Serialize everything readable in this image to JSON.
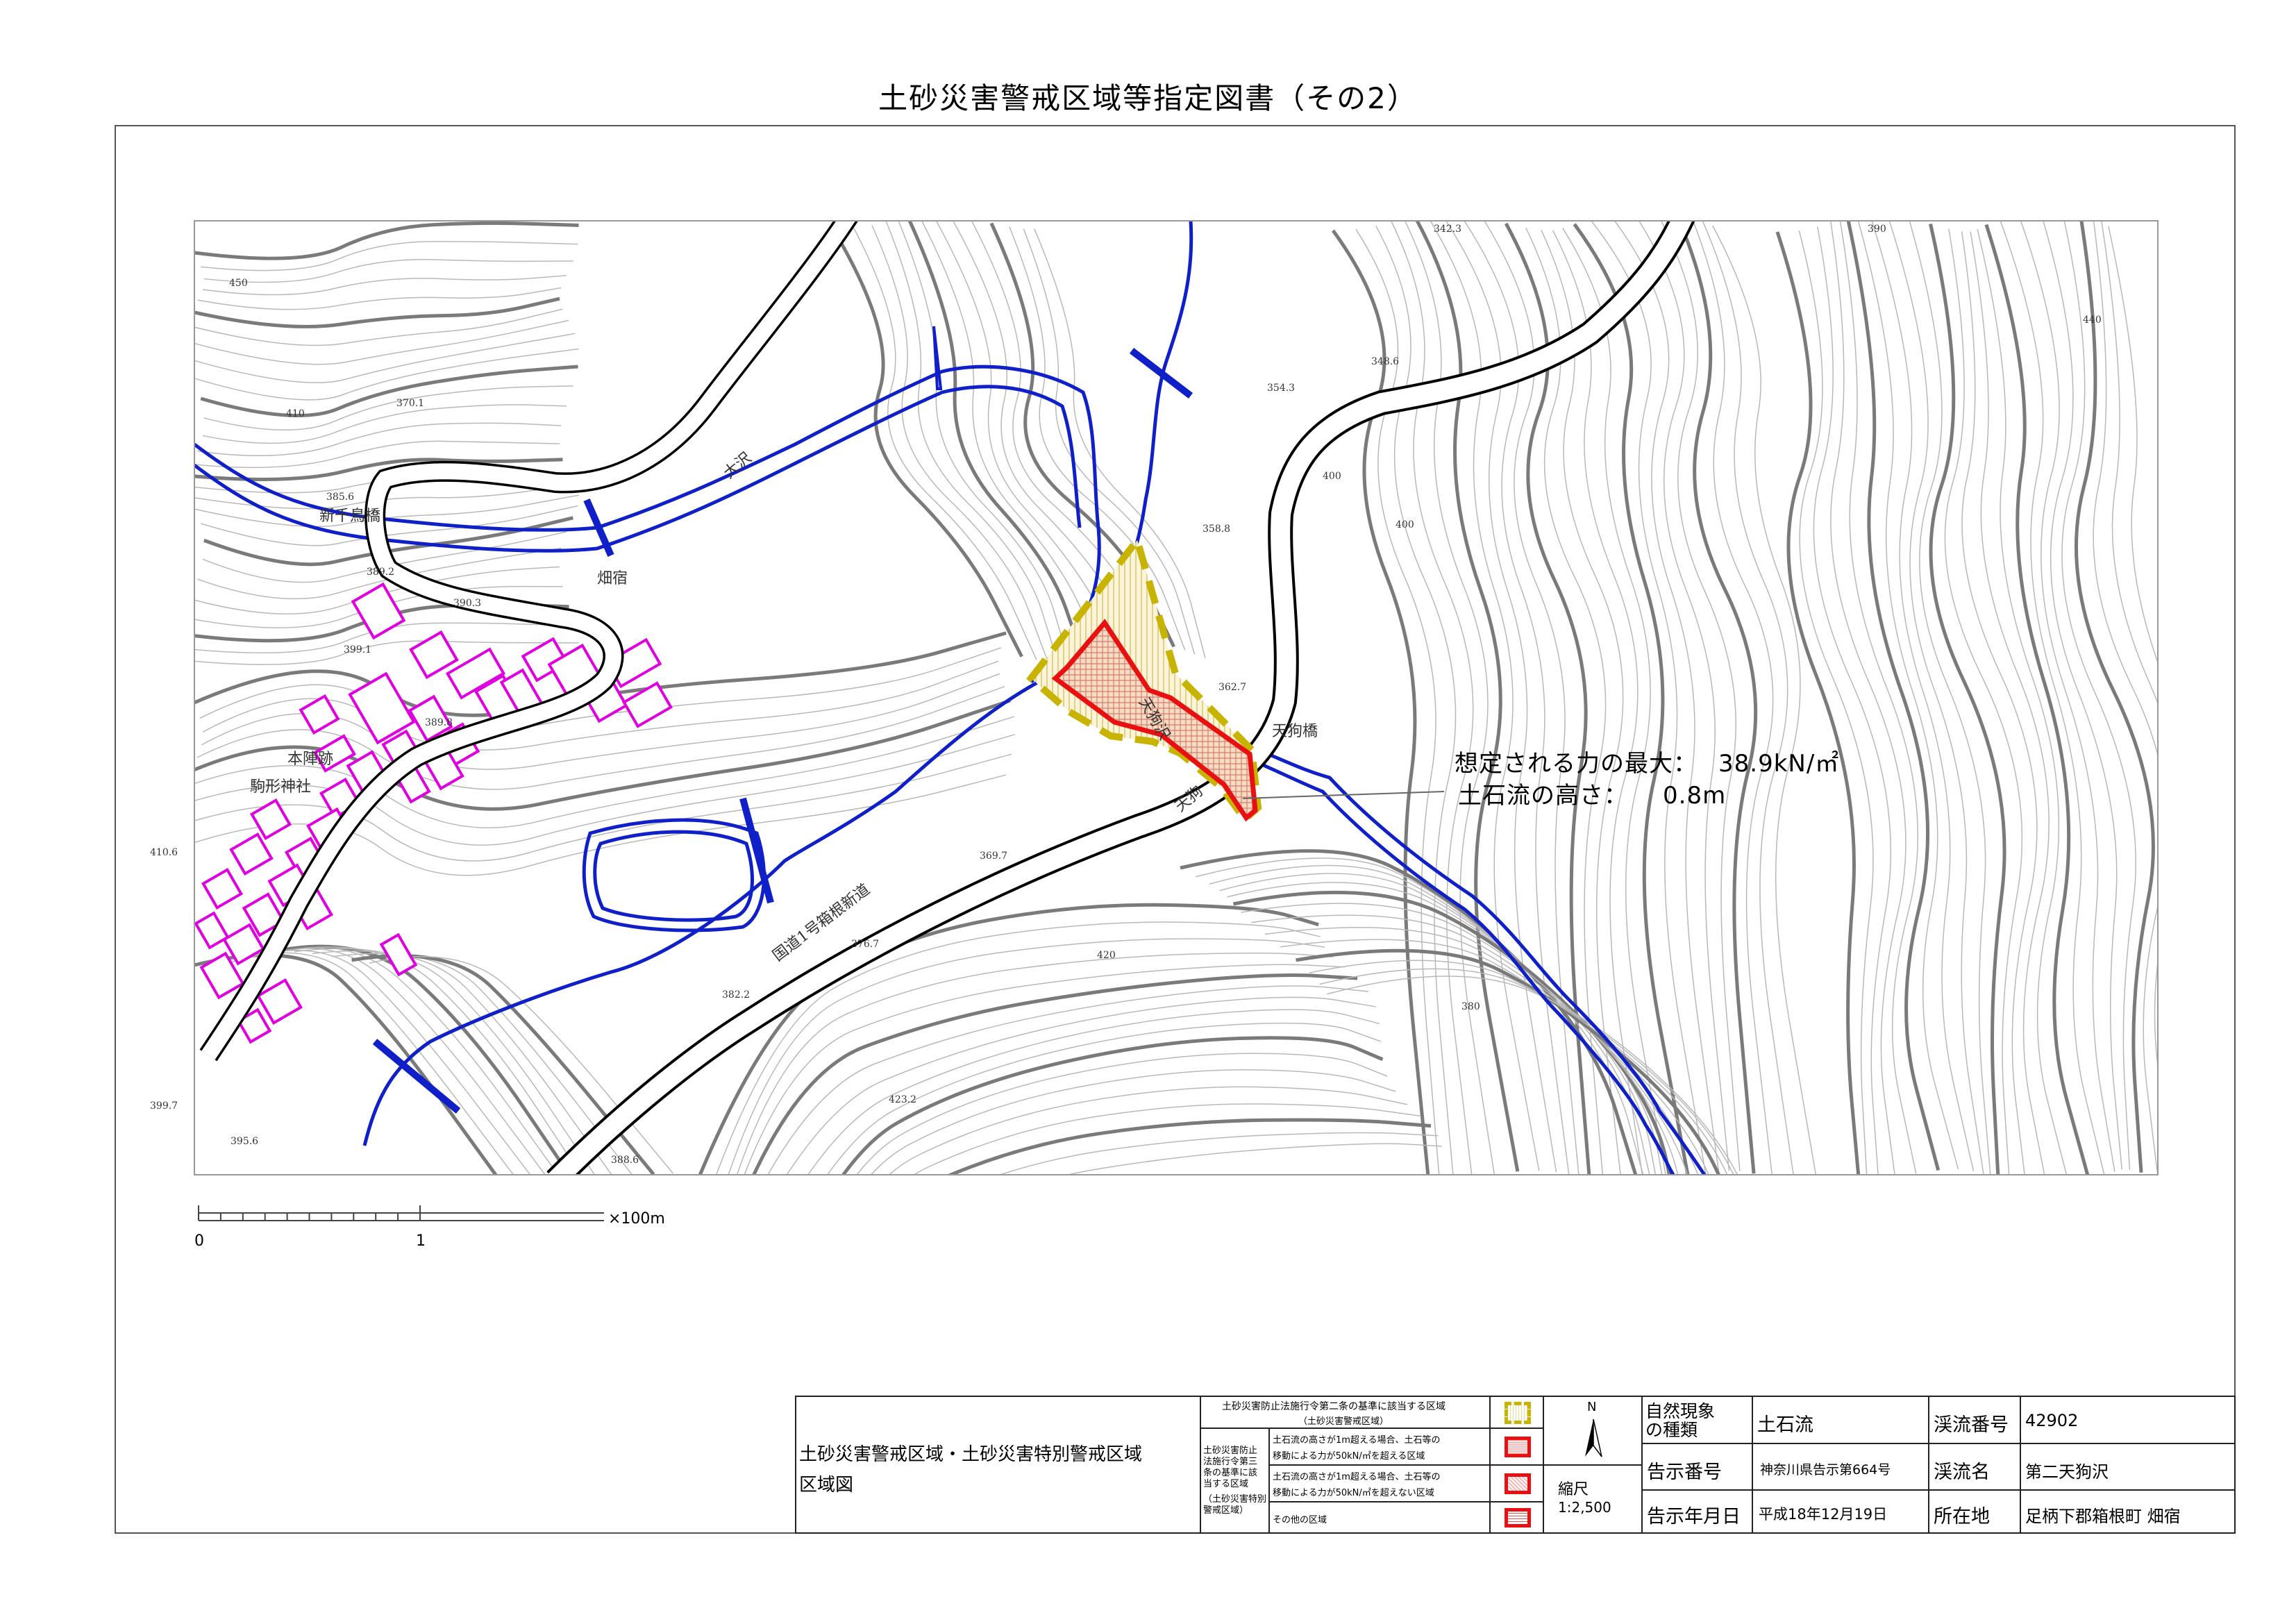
{
  "title": "土砂災害警戒区域等指定図書（その2）",
  "colors": {
    "contour": "#888888",
    "river": "#1020c8",
    "road": "#000000",
    "building": "#e000e0",
    "warning_zone": "#c8b400",
    "special_zone": "#e81010"
  },
  "map": {
    "callout": {
      "force_label": "想定される力の最大：",
      "force_value": "38.9kN/㎡",
      "height_label": "土石流の高さ：",
      "height_value": "0.8m"
    },
    "places": [
      "畑宿",
      "新千鳥橋",
      "本陣跡",
      "駒形神社",
      "天狗橋",
      "天狗沢",
      "国道1号箱根新道",
      "天狗",
      "大沢"
    ],
    "elevations": [
      "385.6",
      "389.2",
      "390.3",
      "399.1",
      "389.8",
      "410.6",
      "399.7",
      "395.6",
      "388.6",
      "382.2",
      "376.7",
      "423.2",
      "369.7",
      "362.7",
      "358.8",
      "354.3",
      "348.6",
      "342.3",
      "370.1"
    ],
    "contour_values": [
      "450",
      "410",
      "400",
      "380",
      "420",
      "390",
      "400",
      "440"
    ]
  },
  "scale_bar": {
    "zero": "0",
    "one": "1",
    "unit": "×100m"
  },
  "info_table": {
    "heading_line1": "土砂災害警戒区域・土砂災害特別警戒区域",
    "heading_line2": "区域図",
    "legend": {
      "warning_zone_line1": "土砂災害防止法施行令第二条の基準に該当する区域",
      "warning_zone_line2": "（土砂災害警戒区域）",
      "special_group": [
        "土砂災害防止",
        "法施行令第三",
        "条の基準に該",
        "当する区域",
        "（土砂災害特別",
        "警戒区域）"
      ],
      "row1_line1": "土石流の高さが1m超える場合、土石等の",
      "row1_line2": "移動による力が50kN/㎡を超える区域",
      "row2_line1": "土石流の高さが1m超える場合、土石等の",
      "row2_line2": "移動による力が50kN/㎡を超えない区域",
      "row3": "その他の区域"
    },
    "north": "N",
    "scale_label": "縮尺",
    "scale_value": "1:2,500",
    "phenomenon_label": "自然現象の種類",
    "phenomenon_value": "土石流",
    "stream_no_label": "渓流番号",
    "stream_no_value": "42902",
    "notice_no_label": "告示番号",
    "notice_no_value": "神奈川県告示第664号",
    "stream_name_label": "渓流名",
    "stream_name_value": "第二天狗沢",
    "notice_date_label": "告示年月日",
    "notice_date_value": "平成18年12月19日",
    "location_label": "所在地",
    "location_value": "足柄下郡箱根町 畑宿"
  }
}
